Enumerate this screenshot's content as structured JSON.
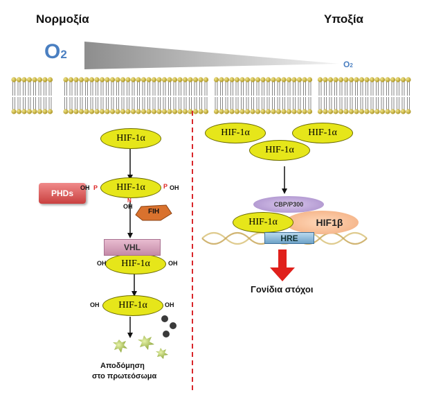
{
  "labels": {
    "normoxia": "Νορμοξία",
    "hypoxia": "Υποξία",
    "o2_large": "O2",
    "o2_small": "O2",
    "target_genes": "Γονίδια στόχοι",
    "degradation_line1": "Αποδόμηση",
    "degradation_line2": "στο πρωτεόσωμα"
  },
  "normoxia_pathway": {
    "hif_1": "HIF-1α",
    "hif_2": "HIF-1α",
    "hif_3": "HIF-1α",
    "hif_4": "HIF-1α",
    "phds": "PHDs",
    "fih": "FIH",
    "vhl": "VHL",
    "oh": "OH",
    "p": "P",
    "n": "N"
  },
  "hypoxia_pathway": {
    "hif_a": "HIF-1α",
    "hif_b": "HIF-1α",
    "hif_c": "HIF-1α",
    "hif_complex": "HIF-1α",
    "cbp": "CBP/P300",
    "hif1b": "HIF1β",
    "hre": "HRE"
  },
  "colors": {
    "hif_fill": "#e6e61a",
    "oxygen_blue": "#4a7fc1",
    "divider_red": "#d9262b",
    "arrow_red": "#e0201b",
    "phds_red": "#d9534f",
    "fih_orange": "#d9722e",
    "membrane_gold": "#c9b23a"
  }
}
